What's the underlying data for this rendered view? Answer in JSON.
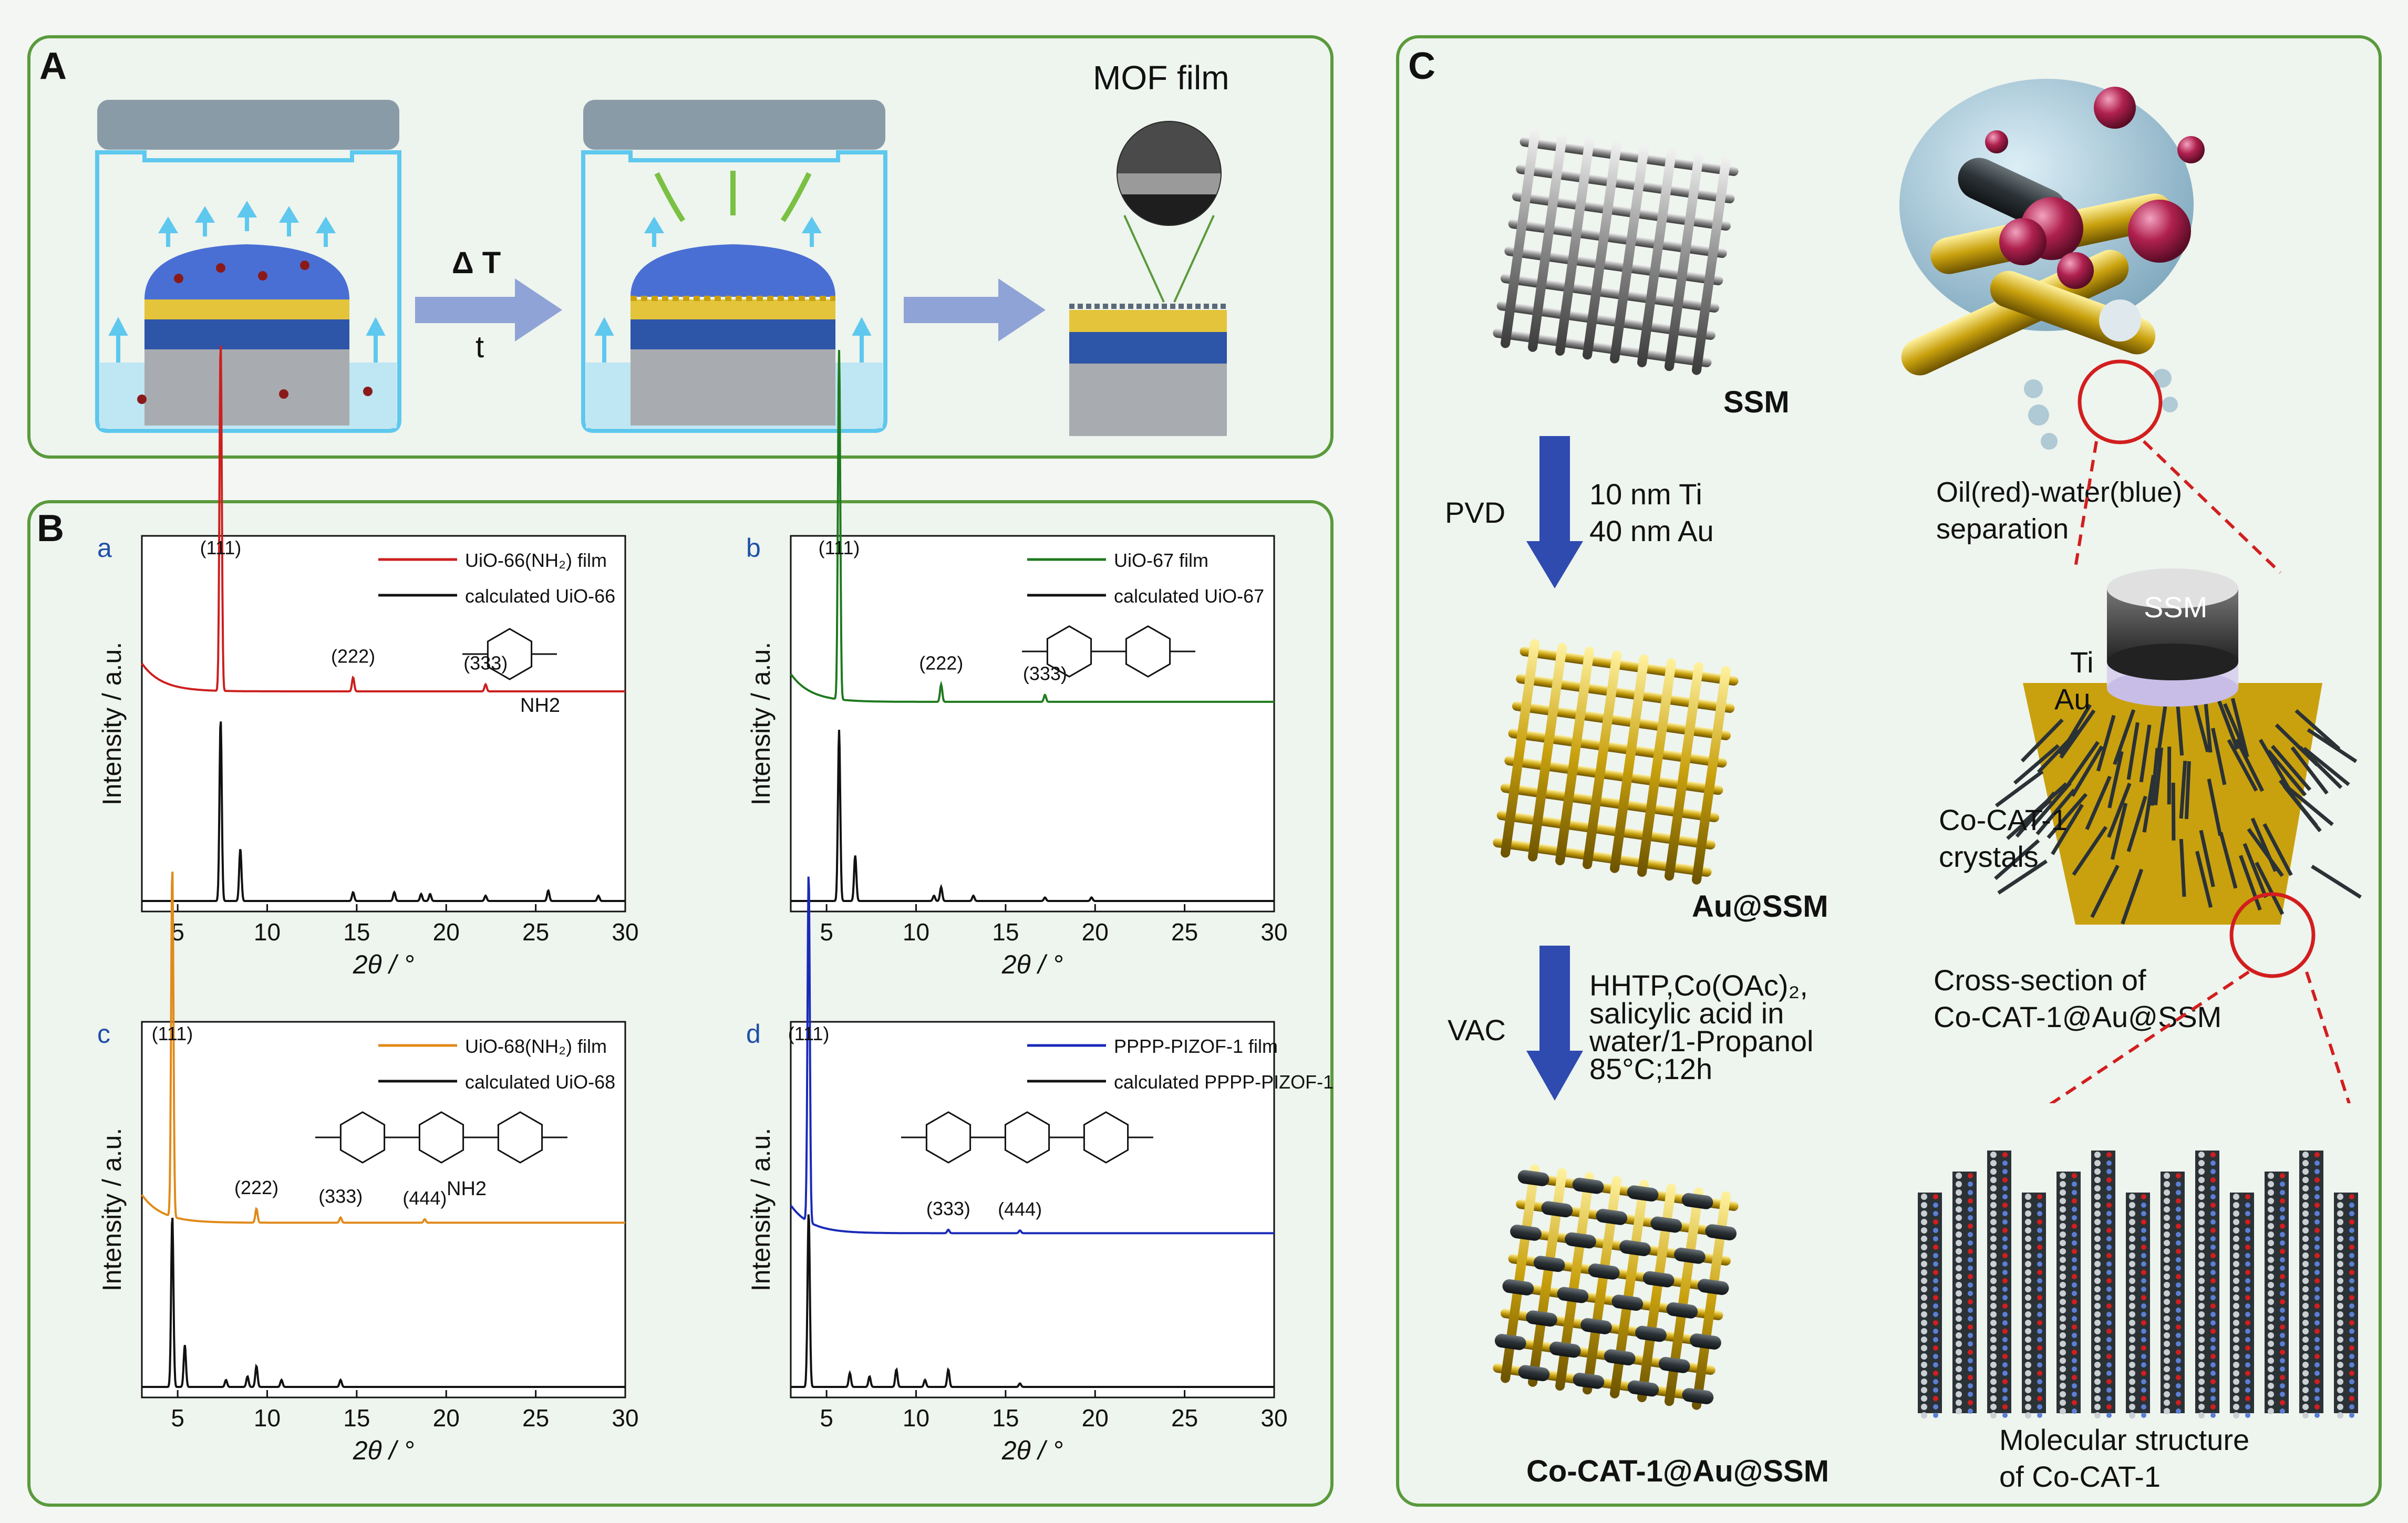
{
  "colors": {
    "panel_border": "#5a9a3c",
    "panel_fill": "#eef4ee",
    "background": "#f3f6f3",
    "film_red": "#cc1f1f",
    "film_green": "#1f7a1f",
    "film_orange": "#e08a1a",
    "film_blue": "#1a2ab8",
    "calc_black": "#111111",
    "arrow_blue": "#8fa3d6",
    "pvd_arrow": "#2f4bb0"
  },
  "panel_A": {
    "letter": "A",
    "heat_label": "Δ T",
    "time_label": "t",
    "mof_label": "MOF film"
  },
  "panel_B": {
    "letter": "B",
    "xlabel": "2θ / °",
    "ylabel": "Intensity / a.u.",
    "xticks": [
      "5",
      "10",
      "15",
      "20",
      "25",
      "30"
    ]
  },
  "chart_data": [
    {
      "id": "a",
      "type": "line",
      "sub_label": "a",
      "xlabel": "2θ / °",
      "ylabel": "Intensity / a.u.",
      "xlim": [
        3,
        30
      ],
      "series": [
        {
          "name": "UiO-66(NH₂) film",
          "color": "#cc1f1f",
          "baseline": 0.6,
          "peaks": [
            [
              7.4,
              1.0
            ],
            [
              14.8,
              0.04
            ],
            [
              22.2,
              0.02
            ]
          ]
        },
        {
          "name": "calculated UiO-66",
          "color": "#111111",
          "baseline": 0.0,
          "peaks": [
            [
              7.4,
              0.52
            ],
            [
              8.5,
              0.15
            ],
            [
              14.8,
              0.025
            ],
            [
              17.1,
              0.025
            ],
            [
              18.6,
              0.02
            ],
            [
              19.1,
              0.02
            ],
            [
              22.2,
              0.015
            ],
            [
              25.7,
              0.03
            ],
            [
              28.5,
              0.015
            ]
          ]
        }
      ],
      "annotations": [
        "(111)",
        "(222)",
        "(333)"
      ],
      "molecule_label": "NH2"
    },
    {
      "id": "b",
      "type": "line",
      "sub_label": "b",
      "xlabel": "2θ / °",
      "ylabel": "Intensity / a.u.",
      "xlim": [
        3,
        30
      ],
      "series": [
        {
          "name": "UiO-67 film",
          "color": "#1f7a1f",
          "baseline": 0.57,
          "peaks": [
            [
              5.7,
              1.0
            ],
            [
              11.4,
              0.05
            ],
            [
              17.2,
              0.02
            ]
          ]
        },
        {
          "name": "calculated UiO-67",
          "color": "#111111",
          "baseline": 0.0,
          "peaks": [
            [
              5.7,
              0.49
            ],
            [
              6.6,
              0.13
            ],
            [
              11.0,
              0.015
            ],
            [
              11.4,
              0.04
            ],
            [
              13.2,
              0.015
            ],
            [
              17.2,
              0.01
            ],
            [
              19.8,
              0.01
            ]
          ]
        }
      ],
      "annotations": [
        "(111)",
        "(222)",
        "(333)"
      ]
    },
    {
      "id": "c",
      "type": "line",
      "sub_label": "c",
      "xlabel": "2θ / °",
      "ylabel": "Intensity / a.u.",
      "xlim": [
        3,
        30
      ],
      "series": [
        {
          "name": "UiO-68(NH₂) film",
          "color": "#e08a1a",
          "baseline": 0.47,
          "peaks": [
            [
              4.7,
              1.0
            ],
            [
              9.4,
              0.04
            ],
            [
              14.1,
              0.015
            ],
            [
              18.8,
              0.01
            ]
          ]
        },
        {
          "name": "calculated UiO-68",
          "color": "#111111",
          "baseline": 0.0,
          "peaks": [
            [
              4.7,
              0.49
            ],
            [
              5.4,
              0.12
            ],
            [
              7.7,
              0.02
            ],
            [
              8.9,
              0.03
            ],
            [
              9.4,
              0.06
            ],
            [
              10.8,
              0.02
            ],
            [
              14.1,
              0.02
            ]
          ]
        }
      ],
      "annotations": [
        "(111)",
        "(222)",
        "(333)",
        "(444)"
      ],
      "molecule_label": "NH2"
    },
    {
      "id": "d",
      "type": "line",
      "sub_label": "d",
      "xlabel": "2θ / °",
      "ylabel": "Intensity / a.u.",
      "xlim": [
        3,
        30
      ],
      "series": [
        {
          "name": "PPPP-PIZOF-1 film",
          "color": "#1a2ab8",
          "baseline": 0.44,
          "peaks": [
            [
              4.0,
              1.0
            ],
            [
              11.8,
              0.01
            ],
            [
              15.8,
              0.008
            ]
          ]
        },
        {
          "name": "calculated PPPP-PIZOF-1",
          "color": "#111111",
          "baseline": 0.0,
          "peaks": [
            [
              4.0,
              0.5
            ],
            [
              6.3,
              0.04
            ],
            [
              7.4,
              0.03
            ],
            [
              8.9,
              0.05
            ],
            [
              10.5,
              0.02
            ],
            [
              11.8,
              0.05
            ],
            [
              15.8,
              0.01
            ]
          ]
        }
      ],
      "annotations": [
        "(111)",
        "(333)",
        "(444)"
      ]
    }
  ],
  "panel_C": {
    "letter": "C",
    "ssm_label": "SSM",
    "pvd_label": "PVD",
    "pvd_line1": "10 nm Ti",
    "pvd_line2": "40 nm Au",
    "au_ssm_label": "Au@SSM",
    "vac_label": "VAC",
    "vac_line1": "HHTP,Co(OAc)₂,",
    "vac_line2": "salicylic acid in",
    "vac_line3": "water/1-Propanol",
    "vac_line4": "85°C;12h",
    "product_label": "Co-CAT-1@Au@SSM",
    "oil_line1": "Oil(red)-water(blue)",
    "oil_line2": "separation",
    "cyl_ssm": "SSM",
    "ti_label": "Ti",
    "au_label": "Au",
    "crystals_line1": "Co-CAT-1",
    "crystals_line2": "crystals",
    "cross_line1": "Cross-section of",
    "cross_line2": "Co-CAT-1@Au@SSM",
    "mol_line1": "Molecular structure",
    "mol_line2": "of Co-CAT-1"
  }
}
